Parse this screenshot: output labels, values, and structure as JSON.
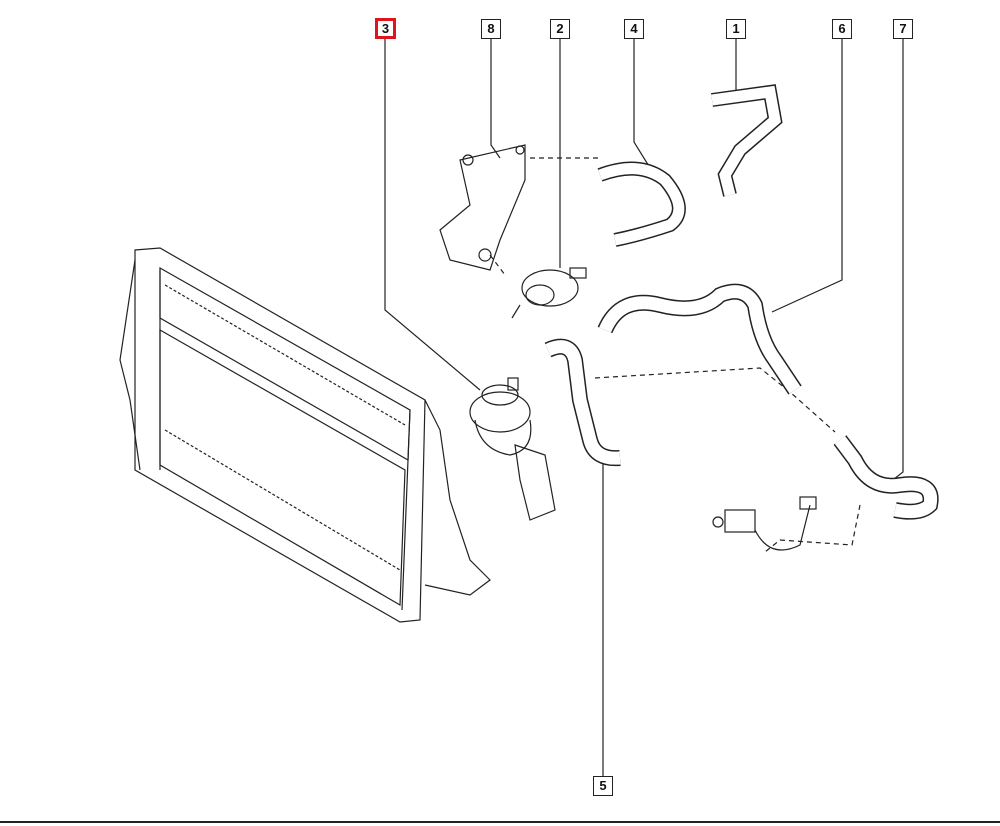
{
  "diagram": {
    "selected_part": "3",
    "highlight_color": "#e0141e",
    "callouts": [
      {
        "id": "3",
        "label": "3"
      },
      {
        "id": "8",
        "label": "8"
      },
      {
        "id": "2",
        "label": "2"
      },
      {
        "id": "4",
        "label": "4"
      },
      {
        "id": "1",
        "label": "1"
      },
      {
        "id": "6",
        "label": "6"
      },
      {
        "id": "7",
        "label": "7"
      },
      {
        "id": "5",
        "label": "5"
      }
    ]
  }
}
